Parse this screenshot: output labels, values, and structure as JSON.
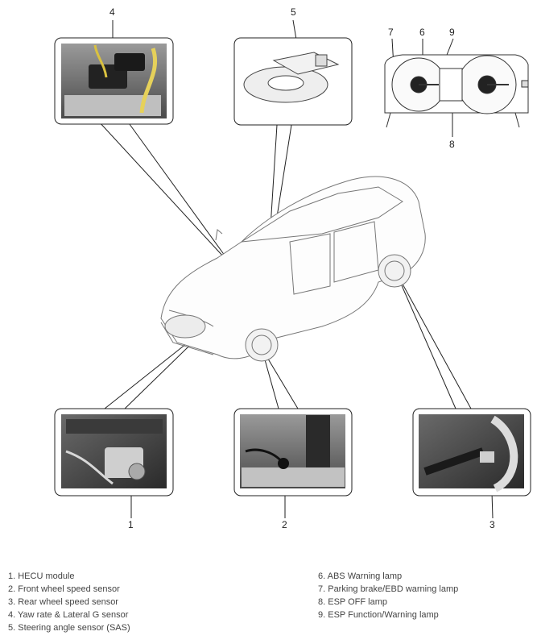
{
  "callouts": {
    "c1": "1",
    "c2": "2",
    "c3": "3",
    "c4": "4",
    "c5": "5",
    "c6": "6",
    "c7": "7",
    "c8": "8",
    "c9": "9"
  },
  "legend": {
    "left": [
      "1. HECU module",
      "2. Front wheel speed sensor",
      "3. Rear wheel speed sensor",
      "4. Yaw rate & Lateral G sensor",
      "5. Steering angle sensor (SAS)"
    ],
    "right": [
      "6. ABS Warning lamp",
      "7. Parking brake/EBD warning lamp",
      "8. ESP OFF lamp",
      "9. ESP Function/Warning lamp"
    ]
  }
}
